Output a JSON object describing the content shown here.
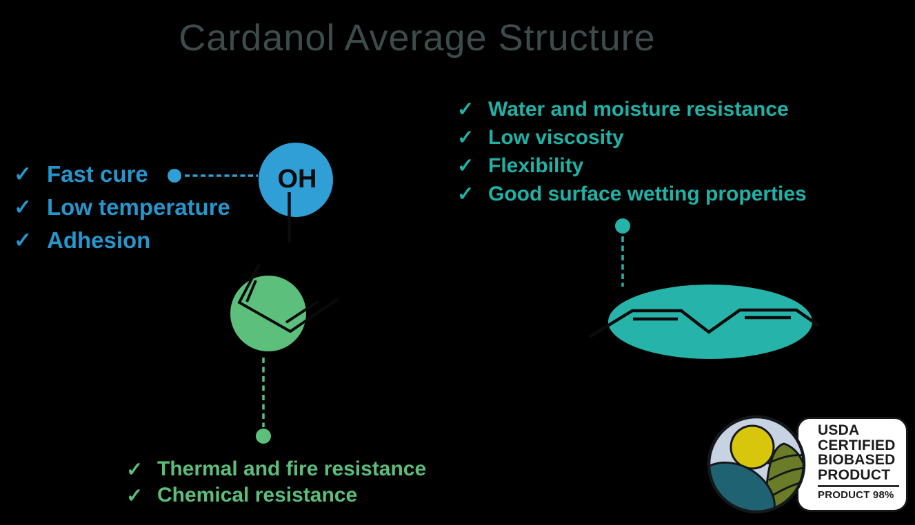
{
  "title": "Cardanol Average Structure",
  "checkmark": "✓",
  "molecule": {
    "hydroxyl_label": "OH"
  },
  "benefit_groups": {
    "hydroxyl": {
      "color": "#2696CD",
      "items": [
        "Fast cure",
        "Low temperature",
        "Adhesion"
      ]
    },
    "chain": {
      "color": "#1FB2A7",
      "items": [
        "Water and moisture resistance",
        "Low viscosity",
        "Flexibility",
        "Good surface wetting properties"
      ]
    },
    "ring": {
      "color": "#5CBE7A",
      "items": [
        "Thermal and fire resistance",
        "Chemical resistance"
      ]
    }
  },
  "badge": {
    "lines": [
      "USDA",
      "CERTIFIED",
      "BIOBASED",
      "PRODUCT"
    ],
    "footer": "PRODUCT 98%"
  },
  "colors": {
    "background": "#000000",
    "title_text": "#3E4B4B",
    "hydroxyl_blue": "#2F9FD5",
    "chain_teal": "#26B4AA",
    "ring_green": "#5CBF7B",
    "molecule_lines": "#0B0B0B"
  }
}
